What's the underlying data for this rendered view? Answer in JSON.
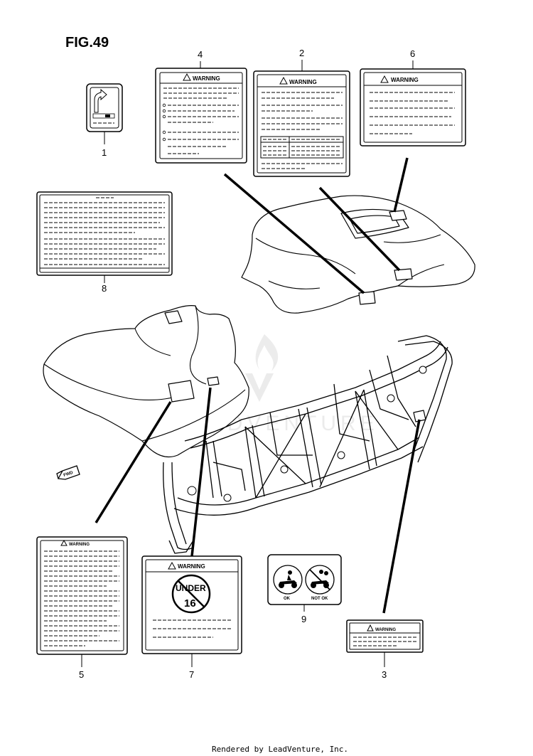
{
  "figure": {
    "title": "FIG.49",
    "footer": "Rendered by LeadVenture, Inc.",
    "watermark": "LEADVENTURE"
  },
  "callouts": [
    {
      "id": "1",
      "text": "1"
    },
    {
      "id": "2",
      "text": "2"
    },
    {
      "id": "3",
      "text": "3"
    },
    {
      "id": "4",
      "text": "4"
    },
    {
      "id": "5",
      "text": "5"
    },
    {
      "id": "6",
      "text": "6"
    },
    {
      "id": "7",
      "text": "7"
    },
    {
      "id": "8",
      "text": "8"
    },
    {
      "id": "9",
      "text": "9"
    }
  ],
  "labels": {
    "warning_text": "WARNING",
    "under_text": "UNDER",
    "age_text": "16",
    "ok_text": "OK",
    "not_ok_text": "NOT OK",
    "fwd_text": "FWD"
  },
  "colors": {
    "ink": "#000000",
    "paper": "#ffffff",
    "watermark": "#d9d9d9"
  }
}
